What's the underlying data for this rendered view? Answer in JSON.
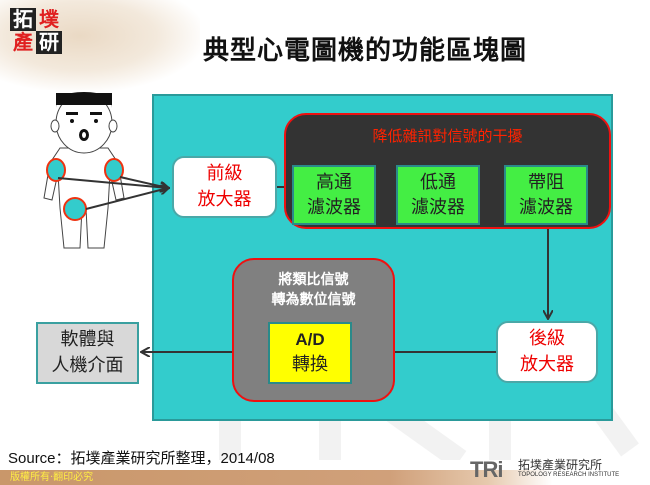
{
  "header": {
    "logo_chars": [
      "拓",
      "墣",
      "產",
      "研"
    ],
    "title": "典型心電圖機的功能區塊圖"
  },
  "diagram": {
    "pre_amplifier": {
      "line1": "前級",
      "line2": "放大器"
    },
    "noise_group": {
      "title": "降低雜訊對信號的干擾",
      "filters": [
        {
          "line1": "高通",
          "line2": "濾波器"
        },
        {
          "line1": "低通",
          "line2": "濾波器"
        },
        {
          "line1": "帶阻",
          "line2": "濾波器"
        }
      ]
    },
    "post_amplifier": {
      "line1": "後級",
      "line2": "放大器"
    },
    "ad_group": {
      "title_line1": "將類比信號",
      "title_line2": "轉為數位信號",
      "converter": {
        "line1": "A/D",
        "line2": "轉換"
      }
    },
    "software": {
      "line1": "軟體與",
      "line2": "人機介面"
    },
    "colors": {
      "panel": "#33cccc",
      "noise_group_bg": "#333333",
      "filter_bg": "#44ee44",
      "ad_group_bg": "#808080",
      "ad_box_bg": "#ffff00",
      "amp_text": "#ee0000",
      "group_border": "#ee1111"
    }
  },
  "footer": {
    "source": "Source：拓墣產業研究所整理，2014/08",
    "copyright": "版權所有‧翻印必究",
    "brand_mark": "TRi",
    "brand_cn": "拓墣產業研究所",
    "brand_en": "TOPOLOGY RESEARCH INSTITUTE"
  }
}
